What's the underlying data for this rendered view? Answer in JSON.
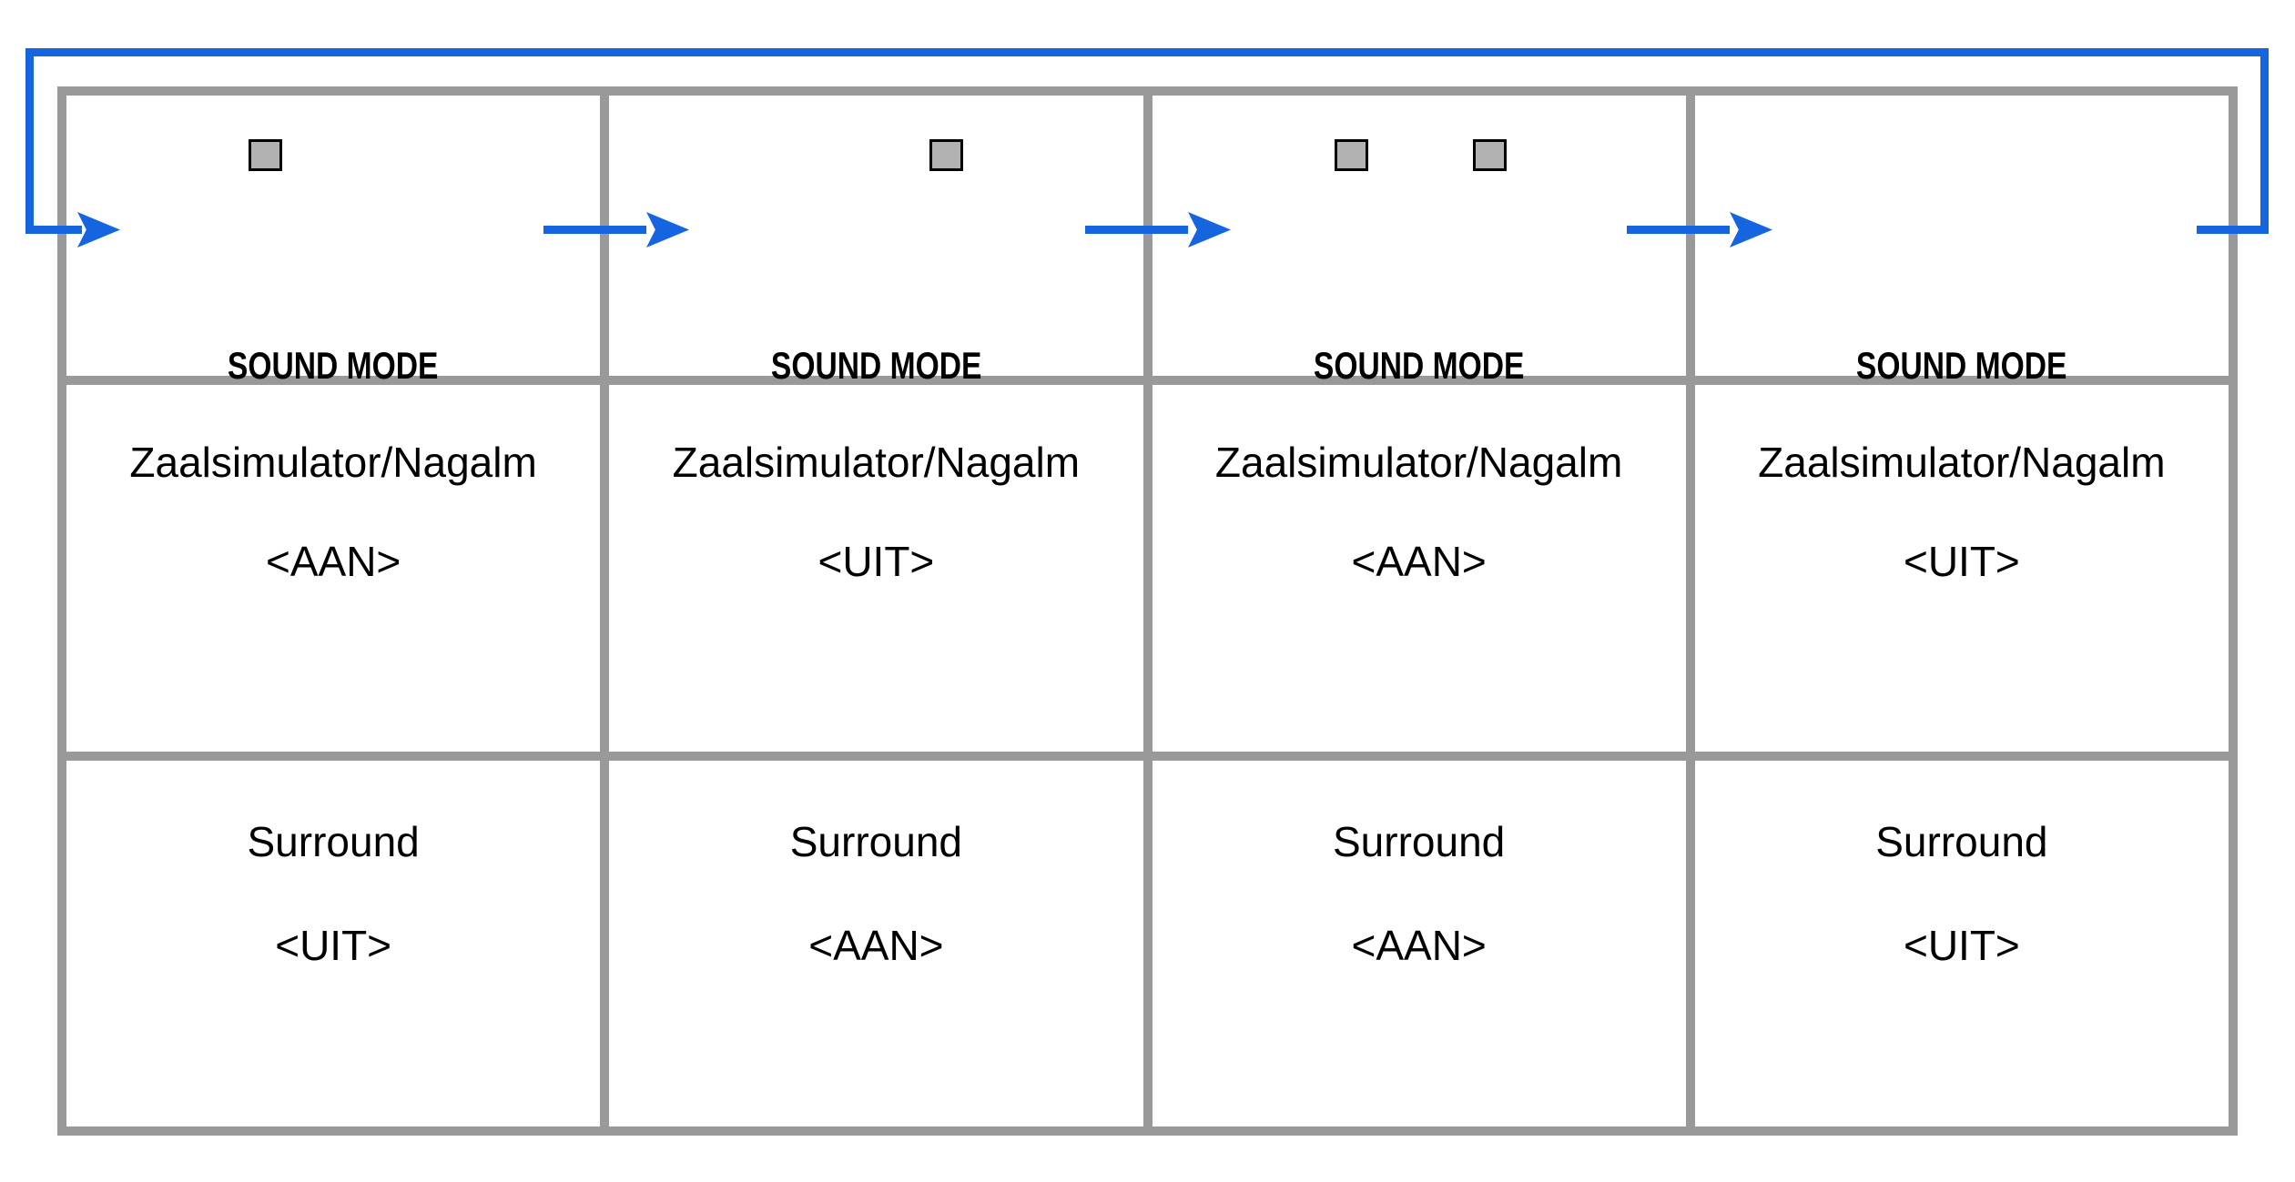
{
  "diagram": {
    "title": "sound-mode-cycle",
    "button_label": "SOUND MODE",
    "colors": {
      "arrow_blue": "#1565e0",
      "table_gray": "#999999",
      "indicator_gray": "#b2b2b2"
    },
    "columns": [
      {
        "indicators": {
          "left": true,
          "right": false
        },
        "zaalsimulator": {
          "label": "Zaalsimulator/Nagalm",
          "state": "<AAN>"
        },
        "surround": {
          "label": "Surround",
          "state": "<UIT>"
        }
      },
      {
        "indicators": {
          "left": false,
          "right": true
        },
        "zaalsimulator": {
          "label": "Zaalsimulator/Nagalm",
          "state": "<UIT>"
        },
        "surround": {
          "label": "Surround",
          "state": "<AAN>"
        }
      },
      {
        "indicators": {
          "left": true,
          "right": true
        },
        "zaalsimulator": {
          "label": "Zaalsimulator/Nagalm",
          "state": "<AAN>"
        },
        "surround": {
          "label": "Surround",
          "state": "<AAN>"
        }
      },
      {
        "indicators": {
          "left": false,
          "right": false
        },
        "zaalsimulator": {
          "label": "Zaalsimulator/Nagalm",
          "state": "<UIT>"
        },
        "surround": {
          "label": "Surround",
          "state": "<UIT>"
        }
      }
    ]
  }
}
